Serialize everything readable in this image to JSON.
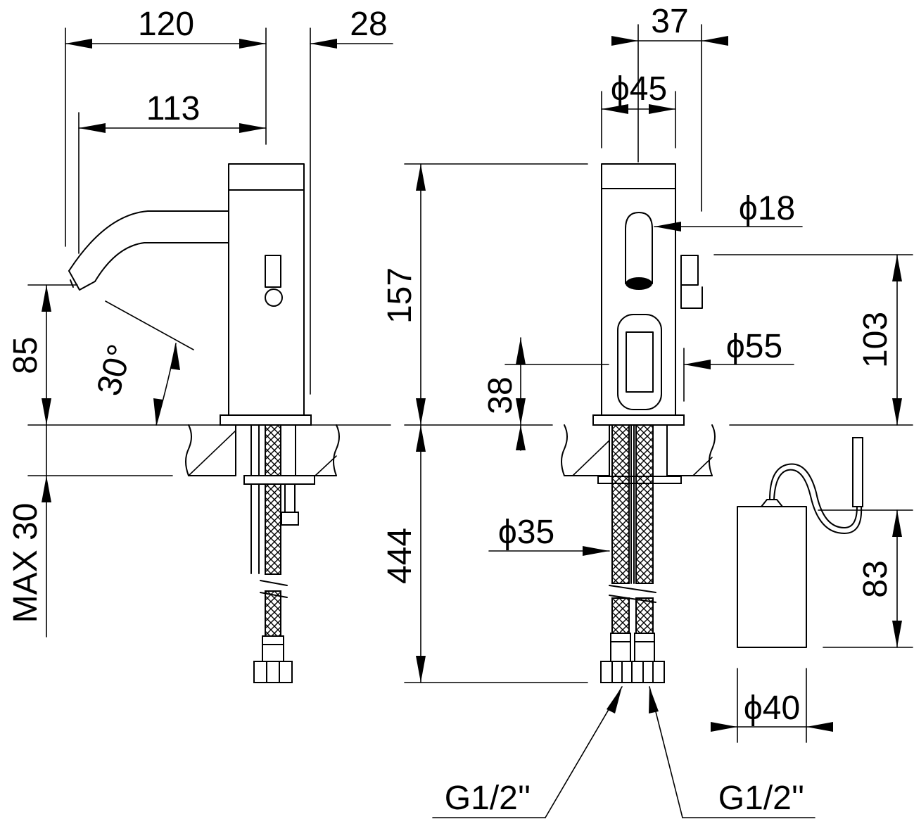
{
  "dimensions": {
    "spout_length": "120",
    "spout_to_outlet": "113",
    "body_offset": "28",
    "spout_height": "85",
    "spray_angle": "30°",
    "max_deck_thickness": "MAX 30",
    "body_diameter_offset": "37",
    "body_diameter": "ϕ45",
    "aerator_diameter": "ϕ18",
    "base_diameter": "ϕ55",
    "body_height": "157",
    "lever_height": "103",
    "sensor_height": "38",
    "hose_length": "444",
    "hose_diameter": "ϕ35",
    "control_box_height": "83",
    "control_box_diameter": "ϕ40",
    "connection_left": "G1/2''",
    "connection_right": "G1/2''"
  }
}
